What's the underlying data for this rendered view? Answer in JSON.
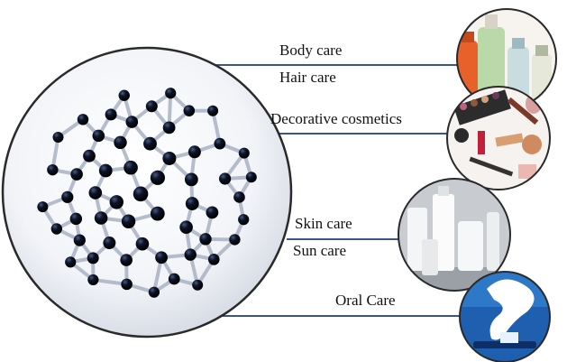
{
  "categories": [
    {
      "id": "body",
      "label": "Body care"
    },
    {
      "id": "hair",
      "label": "Hair care"
    },
    {
      "id": "decorative",
      "label": "Decorative cosmetics"
    },
    {
      "id": "skin",
      "label": "Skin care"
    },
    {
      "id": "sun",
      "label": "Sun care"
    },
    {
      "id": "oral",
      "label": "Oral Care"
    }
  ],
  "colors": {
    "connector": "#1f3d7a",
    "sphere_rim": "#2a2a2a",
    "atom": "#0a0f1e",
    "bond": "#aab3c4"
  },
  "icons": {
    "bottles": "cosmetic-bottles-icon",
    "makeup": "makeup-flatlay-icon",
    "tubes": "skincare-tubes-icon",
    "toothpaste": "toothpaste-icon"
  }
}
